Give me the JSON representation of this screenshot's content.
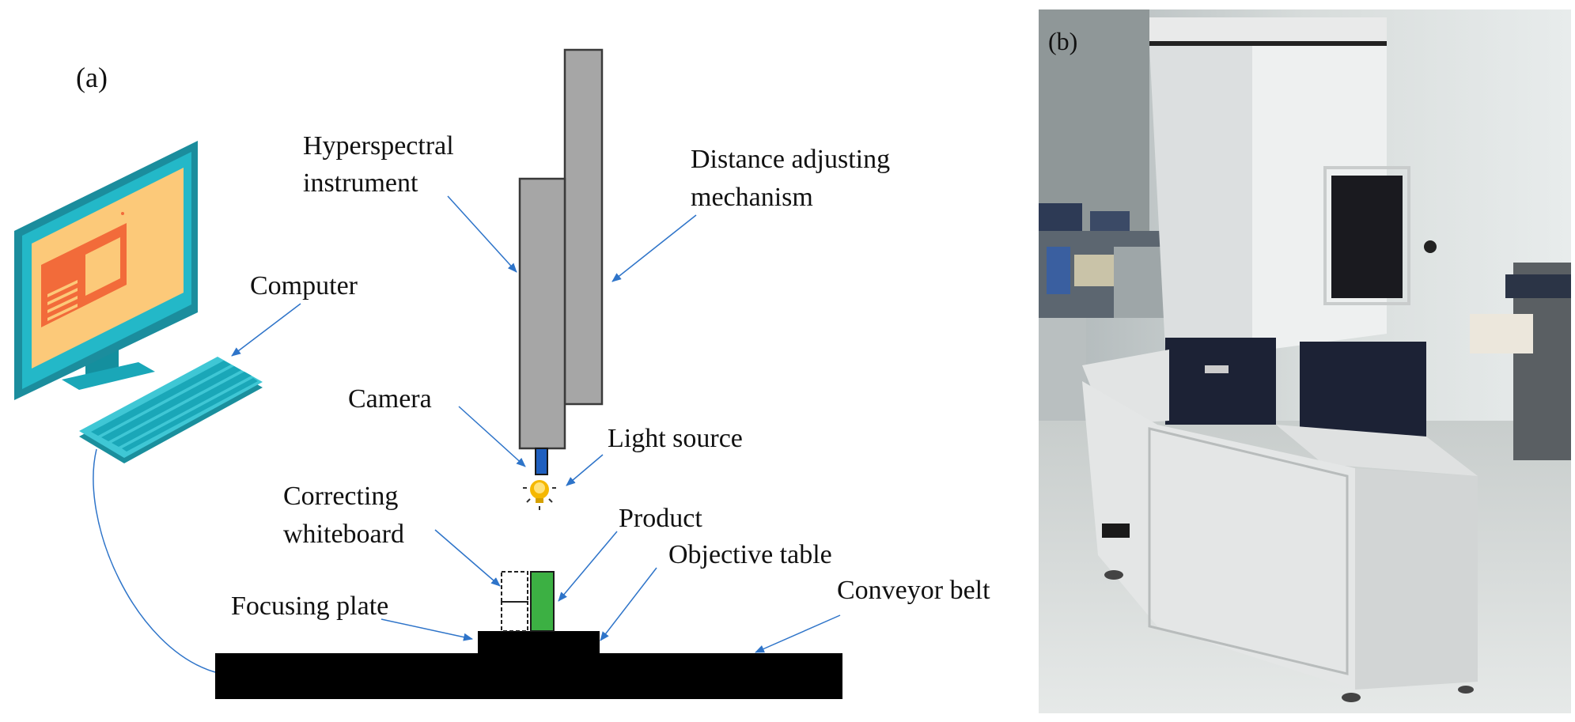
{
  "panel_a": {
    "panel_label": "(a)",
    "labels": {
      "hyperspectral_line1": "Hyperspectral",
      "hyperspectral_line2": "instrument",
      "distance_line1": "Distance adjusting",
      "distance_line2": "mechanism",
      "computer": "Computer",
      "camera": "Camera",
      "light_source": "Light source",
      "correcting_line1": "Correcting",
      "correcting_line2": "whiteboard",
      "product": "Product",
      "objective_table": "Objective table",
      "focusing_plate": "Focusing plate",
      "conveyor_belt": "Conveyor belt"
    },
    "colors": {
      "arrow": "#2e74c9",
      "instrument_gray": "#a6a6a6",
      "camera_blue": "#1f5fbf",
      "product_green": "#3cb043",
      "monitor_screen": "#fcc979",
      "monitor_frame": "#1aa7b8",
      "keyboard": "#37c0cf",
      "belt": "#000000"
    }
  },
  "panel_b": {
    "panel_label": "(b)",
    "image": "photo-of-hyperspectral-imaging-cabinet"
  }
}
